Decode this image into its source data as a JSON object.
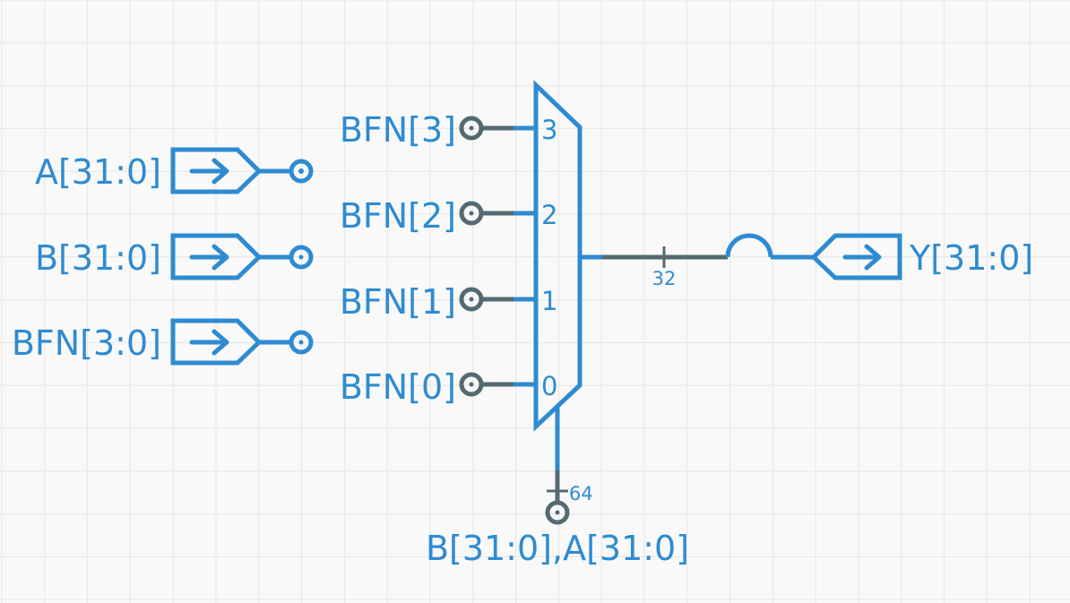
{
  "inputs": [
    {
      "label": "A[31:0]",
      "icon": "arrow-right-icon"
    },
    {
      "label": "B[31:0]",
      "icon": "arrow-right-icon"
    },
    {
      "label": "BFN[3:0]",
      "icon": "arrow-right-icon"
    }
  ],
  "mux": {
    "select_labels": [
      "BFN[3]",
      "BFN[2]",
      "BFN[1]",
      "BFN[0]"
    ],
    "pin_numbers": [
      "3",
      "2",
      "1",
      "0"
    ],
    "data_input_label": "B[31:0],A[31:0]",
    "data_input_width": "64",
    "output_width": "32"
  },
  "output": {
    "label": "Y[31:0]",
    "icon": "arrow-right-icon"
  },
  "colors": {
    "wire_blue": "#2e8bd1",
    "wire_gray": "#546a70",
    "grid": "#e6e6e6",
    "background": "#f9f9f9"
  }
}
